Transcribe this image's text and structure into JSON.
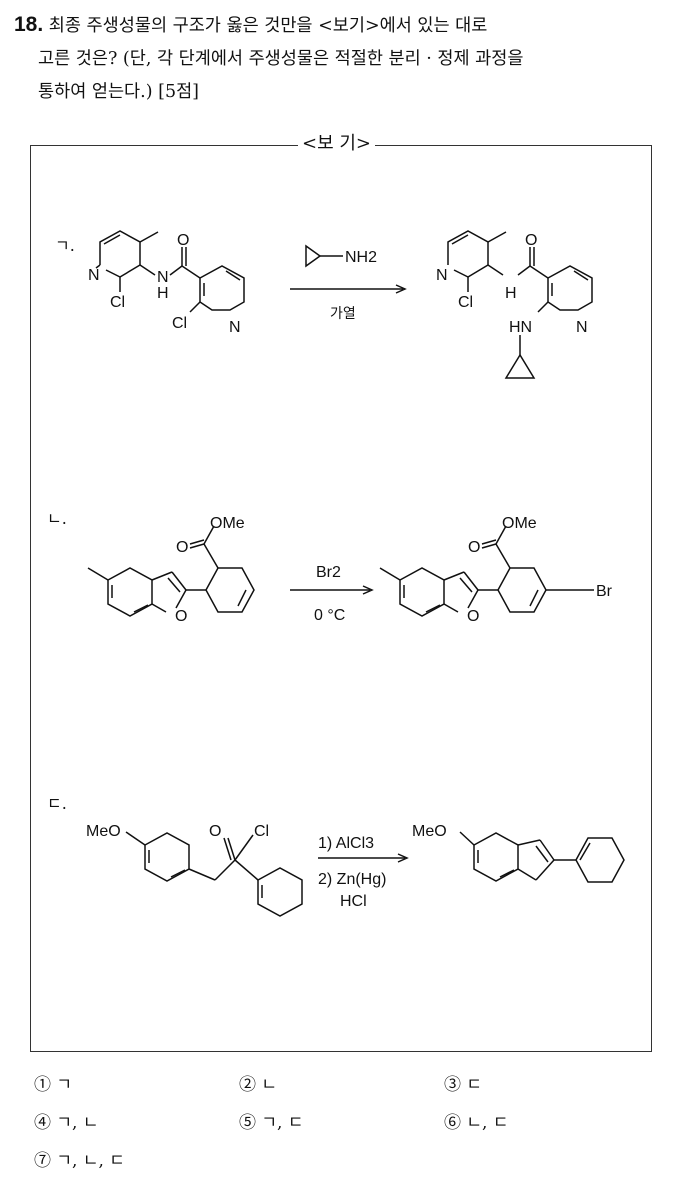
{
  "question": {
    "number": "18.",
    "line1": "최종 주생성물의 구조가 옳은 것만을 <보기>에서 있는 대로",
    "line2": "고른 것은? (단, 각 단계에서 주생성물은 적절한 분리 · 정제 과정을",
    "line3": "통하여 얻는다.) [5점]"
  },
  "box_title": "<보 기>",
  "items": [
    {
      "label": "ㄱ.",
      "reagent_top": "NH2",
      "reagent_bottom": "가열",
      "atoms": [
        "N",
        "Cl",
        "N",
        "H",
        "O",
        "Cl",
        "N",
        "N",
        "Cl",
        "H",
        "O",
        "HN",
        "N"
      ]
    },
    {
      "label": "ㄴ.",
      "reagent_top": "Br2",
      "reagent_bottom": "0 °C",
      "atoms": [
        "OMe",
        "O",
        "O",
        "OMe",
        "O",
        "O",
        "Br"
      ]
    },
    {
      "label": "ㄷ.",
      "reagent_step1": "1) AlCl3",
      "reagent_step2": "2) Zn(Hg)",
      "reagent_step2b": "HCl",
      "atoms": [
        "MeO",
        "O",
        "Cl",
        "MeO"
      ]
    }
  ],
  "choices": [
    "① ㄱ",
    "② ㄴ",
    "③ ㄷ",
    "④ ㄱ, ㄴ",
    "⑤ ㄱ, ㄷ",
    "⑥ ㄴ, ㄷ",
    "⑦ ㄱ, ㄴ, ㄷ"
  ]
}
